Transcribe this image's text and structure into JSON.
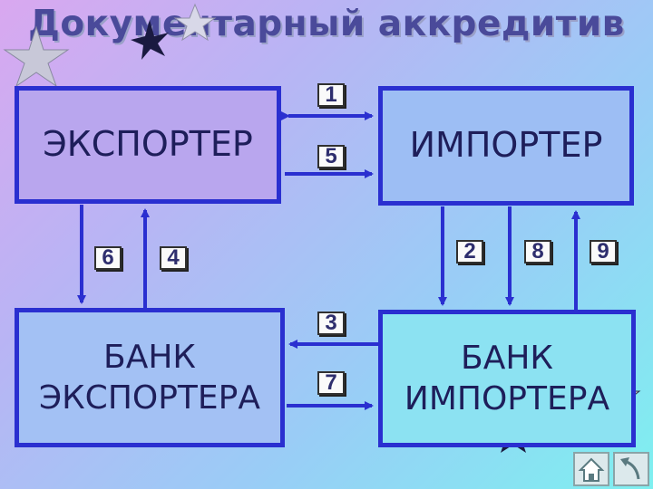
{
  "title": "Документарный аккредитив",
  "boxes": {
    "exporter": "ЭКСПОРТЕР",
    "importer": "ИМПОРТЕР",
    "exporter_bank_line1": "БАНК",
    "exporter_bank_line2": "ЭКСПОРТЕРА",
    "importer_bank_line1": "БАНК",
    "importer_bank_line2": "ИМПОРТЕРА"
  },
  "steps": [
    "1",
    "5",
    "6",
    "4",
    "2",
    "8",
    "9",
    "3",
    "7"
  ],
  "nav": {
    "home_icon": "home-icon",
    "back_icon": "back-icon"
  },
  "colors": {
    "arrow": "#2a2fd0",
    "box_border": "#2a2fd0",
    "title": "#4a4a9a"
  }
}
